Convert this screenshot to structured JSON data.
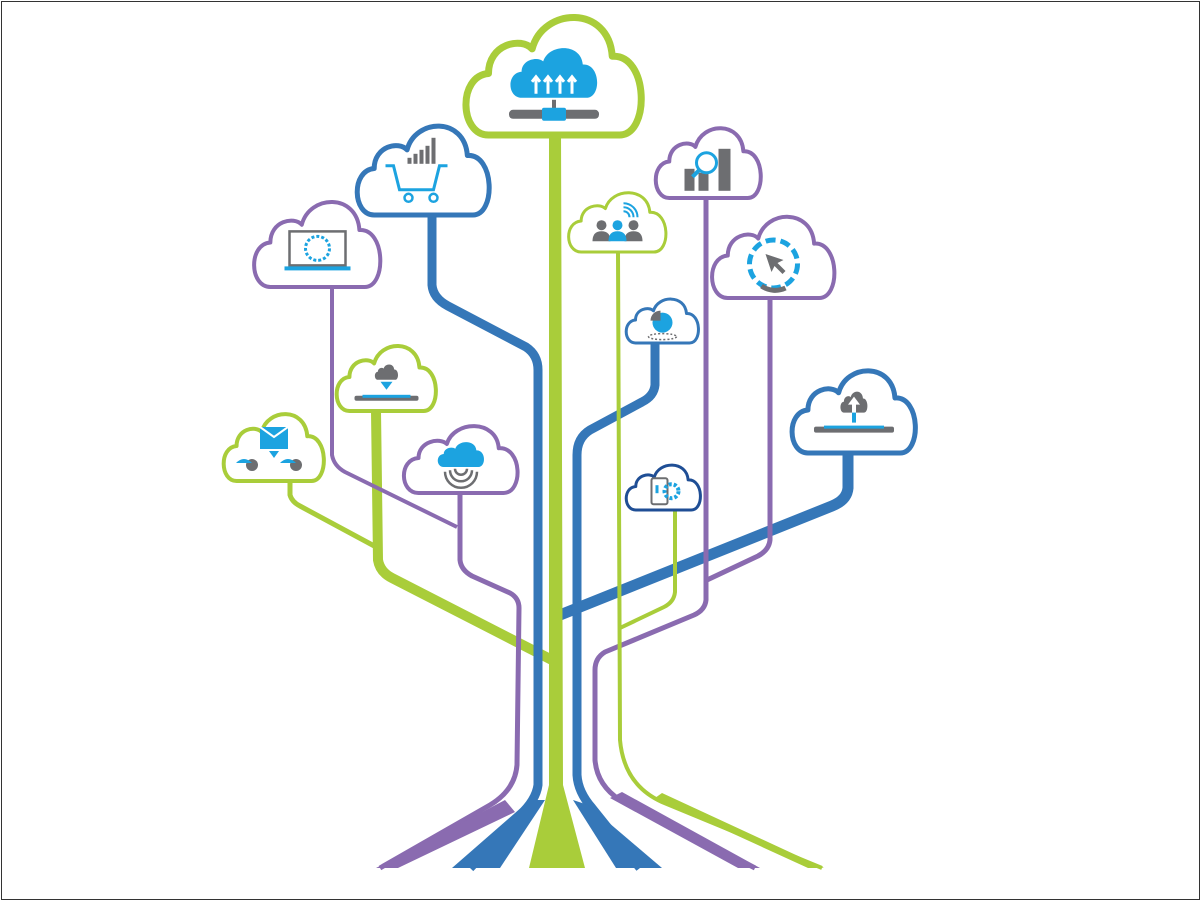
{
  "colors": {
    "green": "#A9CD3A",
    "blue": "#3577B8",
    "purple": "#8A6BB0",
    "icon_blue": "#1CA3E0",
    "icon_gray": "#6D6E71",
    "navy": "#1F4E95"
  },
  "clouds": [
    {
      "name": "cloud-upload-server",
      "icon": "cloud-upload-server-icon",
      "color": "green"
    },
    {
      "name": "cloud-shopping-cart",
      "icon": "shopping-cart-chart-icon",
      "color": "blue"
    },
    {
      "name": "cloud-laptop-globe",
      "icon": "laptop-globe-icon",
      "color": "purple"
    },
    {
      "name": "cloud-people-signal",
      "icon": "people-wifi-icon",
      "color": "green"
    },
    {
      "name": "cloud-analytics",
      "icon": "magnifier-bar-chart-icon",
      "color": "purple"
    },
    {
      "name": "cloud-cursor-refresh",
      "icon": "cursor-refresh-icon",
      "color": "purple"
    },
    {
      "name": "cloud-pie-chart",
      "icon": "pie-chart-icon",
      "color": "blue"
    },
    {
      "name": "cloud-download-tablet",
      "icon": "download-tablet-icon",
      "color": "green"
    },
    {
      "name": "cloud-mail-birds",
      "icon": "mail-birds-icon",
      "color": "green"
    },
    {
      "name": "cloud-wireless",
      "icon": "cloud-wifi-icon",
      "color": "purple"
    },
    {
      "name": "cloud-phone-settings",
      "icon": "phone-gear-icon",
      "color": "navy"
    },
    {
      "name": "cloud-upload-tablet",
      "icon": "upload-tablet-icon",
      "color": "blue"
    }
  ]
}
